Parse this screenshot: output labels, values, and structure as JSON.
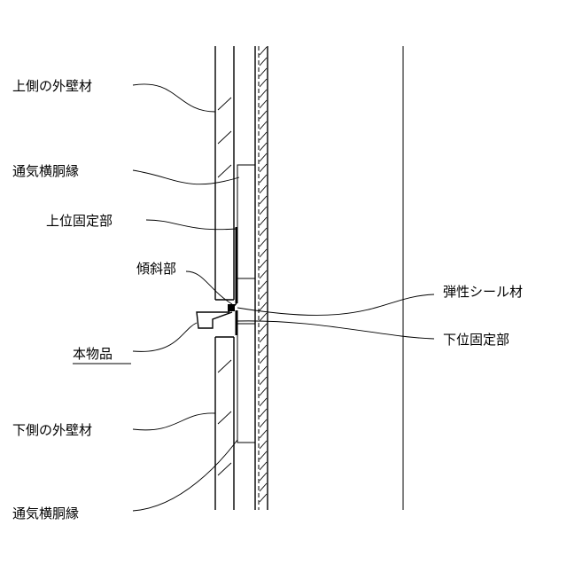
{
  "labels": {
    "upper_wall": "上側の外壁材",
    "furring_upper": "通気横胴縁",
    "upper_fixing": "上位固定部",
    "inclined": "傾斜部",
    "product": "本物品",
    "lower_wall": "下側の外壁材",
    "furring_lower": "通気横胴縁",
    "elastic_seal": "弾性シール材",
    "lower_fixing": "下位固定部"
  }
}
